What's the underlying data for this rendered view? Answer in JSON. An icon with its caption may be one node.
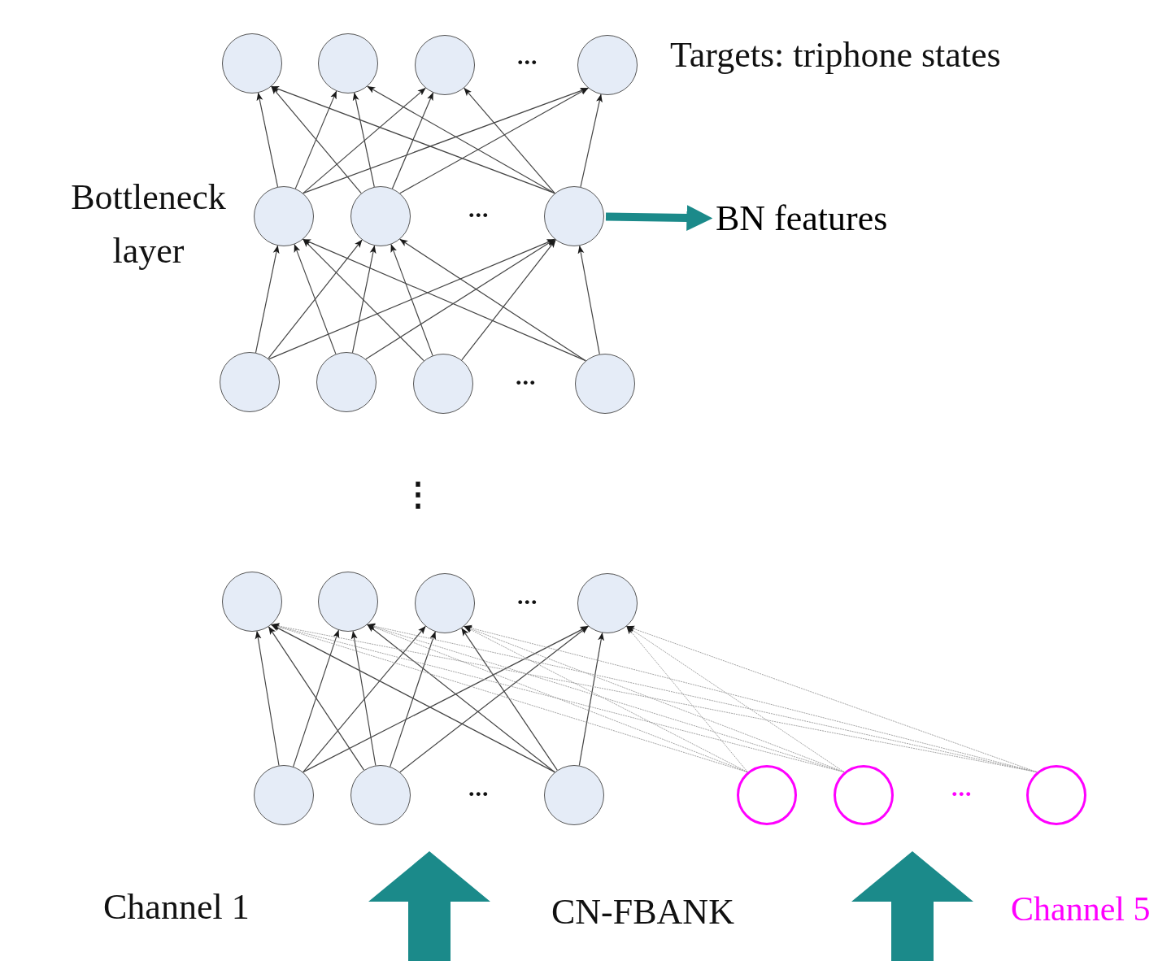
{
  "diagram": {
    "nodes": [
      {
        "text": [],
        "shape": "circle"
      },
      {
        "text": [],
        "shape": "circle"
      },
      {
        "text": [],
        "shape": "circle"
      },
      {
        "text": [],
        "shape": "circle"
      },
      {
        "text": [],
        "shape": "circle"
      },
      {
        "text": [],
        "shape": "circle"
      },
      {
        "text": [],
        "shape": "circle"
      },
      {
        "text": [
          "BN features"
        ]
      },
      {
        "text": [],
        "shape": "circle"
      },
      {
        "text": [],
        "shape": "circle"
      },
      {
        "text": [],
        "shape": "circle"
      },
      {
        "text": [],
        "shape": "circle"
      },
      {
        "text": [],
        "shape": "circle"
      },
      {
        "text": [],
        "shape": "circle"
      },
      {
        "text": [],
        "shape": "circle"
      },
      {
        "text": [],
        "shape": "circle"
      },
      {
        "text": [],
        "shape": "circle"
      },
      {
        "text": [],
        "shape": "circle"
      },
      {
        "text": [],
        "shape": "circle"
      },
      {
        "text": [],
        "shape": "circle"
      },
      {
        "text": [],
        "shape": "circle"
      },
      {
        "text": [],
        "shape": "circle"
      }
    ],
    "edges": [
      {
        "from": 4,
        "to": 0,
        "arrow": "to"
      },
      {
        "from": 4,
        "to": 1,
        "arrow": "to"
      },
      {
        "from": 4,
        "to": 2,
        "arrow": "to"
      },
      {
        "from": 4,
        "to": 3,
        "arrow": "to"
      },
      {
        "from": 5,
        "to": 0,
        "arrow": "to"
      },
      {
        "from": 5,
        "to": 1,
        "arrow": "to"
      },
      {
        "from": 5,
        "to": 2,
        "arrow": "to"
      },
      {
        "from": 5,
        "to": 3,
        "arrow": "to"
      },
      {
        "from": 6,
        "to": 0,
        "arrow": "to"
      },
      {
        "from": 6,
        "to": 1,
        "arrow": "to"
      },
      {
        "from": 6,
        "to": 2,
        "arrow": "to"
      },
      {
        "from": 6,
        "to": 3,
        "arrow": "to"
      },
      {
        "from": 6,
        "to": 7,
        "arrow": "to",
        "style": "thick",
        "color": "#1b8a8a"
      },
      {
        "from": 8,
        "to": 4,
        "arrow": "to"
      },
      {
        "from": 8,
        "to": 5,
        "arrow": "to"
      },
      {
        "from": 8,
        "to": 6,
        "arrow": "to"
      },
      {
        "from": 9,
        "to": 4,
        "arrow": "to"
      },
      {
        "from": 9,
        "to": 5,
        "arrow": "to"
      },
      {
        "from": 9,
        "to": 6,
        "arrow": "to"
      },
      {
        "from": 10,
        "to": 4,
        "arrow": "to"
      },
      {
        "from": 10,
        "to": 5,
        "arrow": "to"
      },
      {
        "from": 10,
        "to": 6,
        "arrow": "to"
      },
      {
        "from": 11,
        "to": 4,
        "arrow": "to"
      },
      {
        "from": 11,
        "to": 5,
        "arrow": "to"
      },
      {
        "from": 11,
        "to": 6,
        "arrow": "to"
      },
      {
        "from": 16,
        "to": 12,
        "arrow": "to"
      },
      {
        "from": 16,
        "to": 13,
        "arrow": "to"
      },
      {
        "from": 16,
        "to": 14,
        "arrow": "to"
      },
      {
        "from": 16,
        "to": 15,
        "arrow": "to"
      },
      {
        "from": 17,
        "to": 12,
        "arrow": "to"
      },
      {
        "from": 17,
        "to": 13,
        "arrow": "to"
      },
      {
        "from": 17,
        "to": 14,
        "arrow": "to"
      },
      {
        "from": 17,
        "to": 15,
        "arrow": "to"
      },
      {
        "from": 18,
        "to": 12,
        "arrow": "to"
      },
      {
        "from": 18,
        "to": 13,
        "arrow": "to"
      },
      {
        "from": 18,
        "to": 14,
        "arrow": "to"
      },
      {
        "from": 18,
        "to": 15,
        "arrow": "to"
      },
      {
        "from": 19,
        "to": 12,
        "arrow": "to",
        "style": "dashed",
        "color": "#9a9a9a"
      },
      {
        "from": 19,
        "to": 13,
        "arrow": "to",
        "style": "dashed",
        "color": "#9a9a9a"
      },
      {
        "from": 19,
        "to": 14,
        "arrow": "to",
        "style": "dashed",
        "color": "#9a9a9a"
      },
      {
        "from": 19,
        "to": 15,
        "arrow": "to",
        "style": "dashed",
        "color": "#9a9a9a"
      },
      {
        "from": 20,
        "to": 12,
        "arrow": "to",
        "style": "dashed",
        "color": "#9a9a9a"
      },
      {
        "from": 20,
        "to": 13,
        "arrow": "to",
        "style": "dashed",
        "color": "#9a9a9a"
      },
      {
        "from": 20,
        "to": 14,
        "arrow": "to",
        "style": "dashed",
        "color": "#9a9a9a"
      },
      {
        "from": 20,
        "to": 15,
        "arrow": "to",
        "style": "dashed",
        "color": "#9a9a9a"
      },
      {
        "from": 21,
        "to": 12,
        "arrow": "to",
        "style": "dashed",
        "color": "#9a9a9a"
      },
      {
        "from": 21,
        "to": 13,
        "arrow": "to",
        "style": "dashed",
        "color": "#9a9a9a"
      },
      {
        "from": 21,
        "to": 14,
        "arrow": "to",
        "style": "dashed",
        "color": "#9a9a9a"
      },
      {
        "from": 21,
        "to": 15,
        "arrow": "to",
        "style": "dashed",
        "color": "#9a9a9a"
      }
    ],
    "labels": [
      "...",
      "Targets: triphone states",
      "Bottleneck layer",
      "...",
      "...",
      "⋮",
      "...",
      "...",
      "...",
      "Channel 1",
      "CN-FBANK",
      "Channel 5"
    ]
  }
}
